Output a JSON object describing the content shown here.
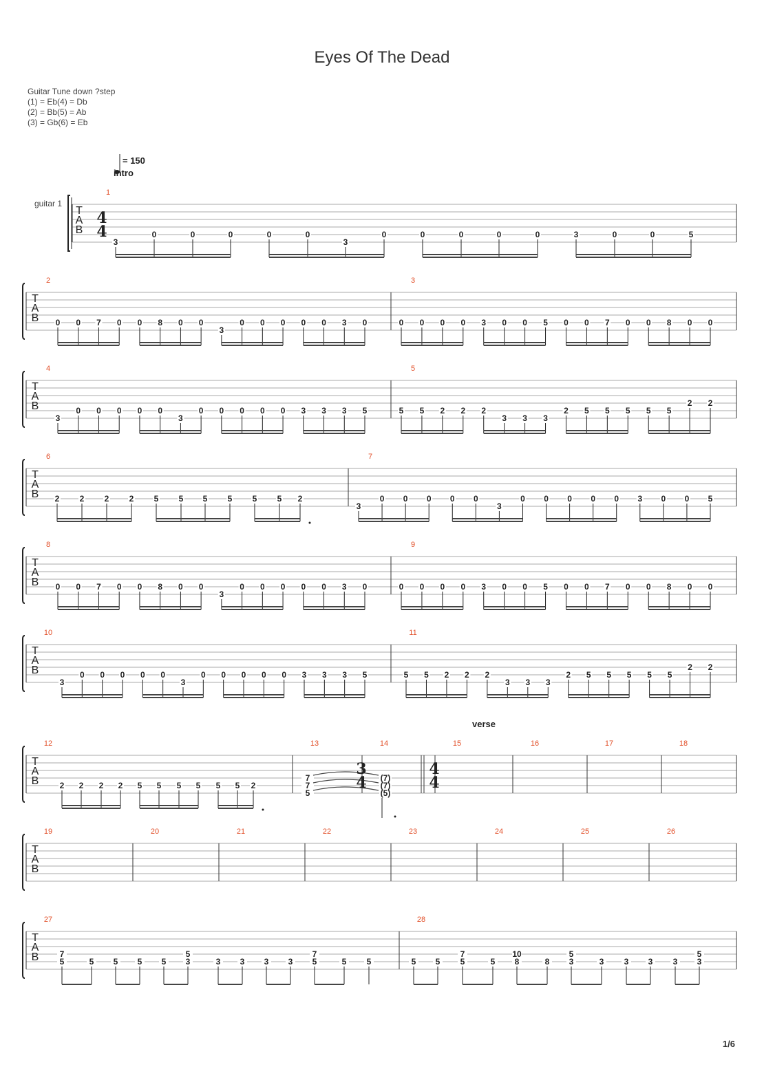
{
  "title": "Eyes Of The Dead",
  "tuning": {
    "header": "Guitar Tune down ?step",
    "lines": [
      "(1) = Eb(4) = Db",
      "(2) = Bb(5) = Ab",
      "(3) = Gb(6) = Eb"
    ]
  },
  "tempo": {
    "label": "= 150"
  },
  "sections": {
    "intro": "intro",
    "verse": "verse"
  },
  "instrument": "guitar 1",
  "clef_letters": [
    "T",
    "A",
    "B"
  ],
  "time_signatures": {
    "start": [
      "4",
      "4"
    ],
    "m14": [
      "3",
      "4"
    ],
    "m15": [
      "4",
      "4"
    ]
  },
  "page_number": "1/6",
  "measures": [
    {
      "n": "1",
      "notes": [
        [
          6,
          "3"
        ],
        [
          5,
          "0"
        ],
        [
          5,
          "0"
        ],
        [
          5,
          "0"
        ],
        [
          5,
          "0"
        ],
        [
          5,
          "0"
        ],
        [
          6,
          "3"
        ],
        [
          5,
          "0"
        ],
        [
          5,
          "0"
        ],
        [
          5,
          "0"
        ],
        [
          5,
          "0"
        ],
        [
          5,
          "0"
        ],
        [
          5,
          "3"
        ],
        [
          5,
          "0"
        ],
        [
          5,
          "0"
        ],
        [
          5,
          "5"
        ]
      ]
    },
    {
      "n": "2",
      "notes": [
        [
          5,
          "0"
        ],
        [
          5,
          "0"
        ],
        [
          5,
          "7"
        ],
        [
          5,
          "0"
        ],
        [
          5,
          "0"
        ],
        [
          5,
          "8"
        ],
        [
          5,
          "0"
        ],
        [
          5,
          "0"
        ],
        [
          6,
          "3"
        ],
        [
          5,
          "0"
        ],
        [
          5,
          "0"
        ],
        [
          5,
          "0"
        ],
        [
          5,
          "0"
        ],
        [
          5,
          "0"
        ],
        [
          5,
          "3"
        ],
        [
          5,
          "0"
        ]
      ]
    },
    {
      "n": "3",
      "notes": [
        [
          5,
          "0"
        ],
        [
          5,
          "0"
        ],
        [
          5,
          "0"
        ],
        [
          5,
          "0"
        ],
        [
          5,
          "3"
        ],
        [
          5,
          "0"
        ],
        [
          5,
          "0"
        ],
        [
          5,
          "5"
        ],
        [
          5,
          "0"
        ],
        [
          5,
          "0"
        ],
        [
          5,
          "7"
        ],
        [
          5,
          "0"
        ],
        [
          5,
          "0"
        ],
        [
          5,
          "8"
        ],
        [
          5,
          "0"
        ],
        [
          5,
          "0"
        ]
      ]
    },
    {
      "n": "4",
      "notes": [
        [
          6,
          "3"
        ],
        [
          5,
          "0"
        ],
        [
          5,
          "0"
        ],
        [
          5,
          "0"
        ],
        [
          5,
          "0"
        ],
        [
          5,
          "0"
        ],
        [
          6,
          "3"
        ],
        [
          5,
          "0"
        ],
        [
          5,
          "0"
        ],
        [
          5,
          "0"
        ],
        [
          5,
          "0"
        ],
        [
          5,
          "0"
        ],
        [
          5,
          "3"
        ],
        [
          5,
          "3"
        ],
        [
          5,
          "3"
        ],
        [
          5,
          "5"
        ]
      ]
    },
    {
      "n": "5",
      "notes": [
        [
          5,
          "5"
        ],
        [
          5,
          "5"
        ],
        [
          5,
          "2"
        ],
        [
          5,
          "2"
        ],
        [
          5,
          "2"
        ],
        [
          6,
          "3"
        ],
        [
          6,
          "3"
        ],
        [
          6,
          "3"
        ],
        [
          5,
          "2"
        ],
        [
          5,
          "5"
        ],
        [
          5,
          "5"
        ],
        [
          5,
          "5"
        ],
        [
          5,
          "5"
        ],
        [
          5,
          "5"
        ],
        [
          4,
          "2"
        ],
        [
          4,
          "2"
        ]
      ]
    },
    {
      "n": "6",
      "notes": [
        [
          5,
          "2"
        ],
        [
          5,
          "2"
        ],
        [
          5,
          "2"
        ],
        [
          5,
          "2"
        ],
        [
          5,
          "5"
        ],
        [
          5,
          "5"
        ],
        [
          5,
          "5"
        ],
        [
          5,
          "5"
        ],
        [
          5,
          "5"
        ],
        [
          5,
          "5"
        ],
        [
          5,
          "2"
        ]
      ]
    },
    {
      "n": "7",
      "notes": [
        [
          6,
          "3"
        ],
        [
          5,
          "0"
        ],
        [
          5,
          "0"
        ],
        [
          5,
          "0"
        ],
        [
          5,
          "0"
        ],
        [
          5,
          "0"
        ],
        [
          6,
          "3"
        ],
        [
          5,
          "0"
        ],
        [
          5,
          "0"
        ],
        [
          5,
          "0"
        ],
        [
          5,
          "0"
        ],
        [
          5,
          "0"
        ],
        [
          5,
          "3"
        ],
        [
          5,
          "0"
        ],
        [
          5,
          "0"
        ],
        [
          5,
          "5"
        ]
      ]
    },
    {
      "n": "8",
      "notes": [
        [
          5,
          "0"
        ],
        [
          5,
          "0"
        ],
        [
          5,
          "7"
        ],
        [
          5,
          "0"
        ],
        [
          5,
          "0"
        ],
        [
          5,
          "8"
        ],
        [
          5,
          "0"
        ],
        [
          5,
          "0"
        ],
        [
          6,
          "3"
        ],
        [
          5,
          "0"
        ],
        [
          5,
          "0"
        ],
        [
          5,
          "0"
        ],
        [
          5,
          "0"
        ],
        [
          5,
          "0"
        ],
        [
          5,
          "3"
        ],
        [
          5,
          "0"
        ]
      ]
    },
    {
      "n": "9",
      "notes": [
        [
          5,
          "0"
        ],
        [
          5,
          "0"
        ],
        [
          5,
          "0"
        ],
        [
          5,
          "0"
        ],
        [
          5,
          "3"
        ],
        [
          5,
          "0"
        ],
        [
          5,
          "0"
        ],
        [
          5,
          "5"
        ],
        [
          5,
          "0"
        ],
        [
          5,
          "0"
        ],
        [
          5,
          "7"
        ],
        [
          5,
          "0"
        ],
        [
          5,
          "0"
        ],
        [
          5,
          "8"
        ],
        [
          5,
          "0"
        ],
        [
          5,
          "0"
        ]
      ]
    },
    {
      "n": "10",
      "notes": [
        [
          6,
          "3"
        ],
        [
          5,
          "0"
        ],
        [
          5,
          "0"
        ],
        [
          5,
          "0"
        ],
        [
          5,
          "0"
        ],
        [
          5,
          "0"
        ],
        [
          6,
          "3"
        ],
        [
          5,
          "0"
        ],
        [
          5,
          "0"
        ],
        [
          5,
          "0"
        ],
        [
          5,
          "0"
        ],
        [
          5,
          "0"
        ],
        [
          5,
          "3"
        ],
        [
          5,
          "3"
        ],
        [
          5,
          "3"
        ],
        [
          5,
          "5"
        ]
      ]
    },
    {
      "n": "11",
      "notes": [
        [
          5,
          "5"
        ],
        [
          5,
          "5"
        ],
        [
          5,
          "2"
        ],
        [
          5,
          "2"
        ],
        [
          5,
          "2"
        ],
        [
          6,
          "3"
        ],
        [
          6,
          "3"
        ],
        [
          6,
          "3"
        ],
        [
          5,
          "2"
        ],
        [
          5,
          "5"
        ],
        [
          5,
          "5"
        ],
        [
          5,
          "5"
        ],
        [
          5,
          "5"
        ],
        [
          5,
          "5"
        ],
        [
          4,
          "2"
        ],
        [
          4,
          "2"
        ]
      ]
    },
    {
      "n": "12",
      "notes": [
        [
          5,
          "2"
        ],
        [
          5,
          "2"
        ],
        [
          5,
          "2"
        ],
        [
          5,
          "2"
        ],
        [
          5,
          "5"
        ],
        [
          5,
          "5"
        ],
        [
          5,
          "5"
        ],
        [
          5,
          "5"
        ],
        [
          5,
          "5"
        ],
        [
          5,
          "5"
        ],
        [
          5,
          "2"
        ]
      ]
    },
    {
      "n": "13",
      "chord": [
        "7",
        "7",
        "5"
      ]
    },
    {
      "n": "14",
      "chord": [
        "(7)",
        "(7)",
        "(5)"
      ]
    },
    {
      "n": "15"
    },
    {
      "n": "16"
    },
    {
      "n": "17"
    },
    {
      "n": "18"
    },
    {
      "n": "19"
    },
    {
      "n": "20"
    },
    {
      "n": "21"
    },
    {
      "n": "22"
    },
    {
      "n": "23"
    },
    {
      "n": "24"
    },
    {
      "n": "25"
    },
    {
      "n": "26"
    },
    {
      "n": "27",
      "chords": [
        [
          "7",
          "5"
        ],
        [
          "5"
        ],
        [
          "5"
        ],
        [
          "5"
        ],
        [
          "5"
        ],
        [
          "5",
          "3"
        ],
        [
          "3"
        ],
        [
          "3"
        ],
        [
          "3"
        ],
        [
          "3"
        ],
        [
          "7",
          "5"
        ],
        [
          "5"
        ],
        [
          "5"
        ]
      ]
    },
    {
      "n": "28",
      "chords": [
        [
          "5"
        ],
        [
          "5"
        ],
        [
          "7",
          "5"
        ],
        [
          "5"
        ],
        [
          "10",
          "8"
        ],
        [
          "8"
        ],
        [
          "5",
          "3"
        ],
        [
          "3"
        ],
        [
          "3"
        ],
        [
          "3"
        ],
        [
          "3"
        ],
        [
          "5",
          "3"
        ]
      ]
    }
  ]
}
